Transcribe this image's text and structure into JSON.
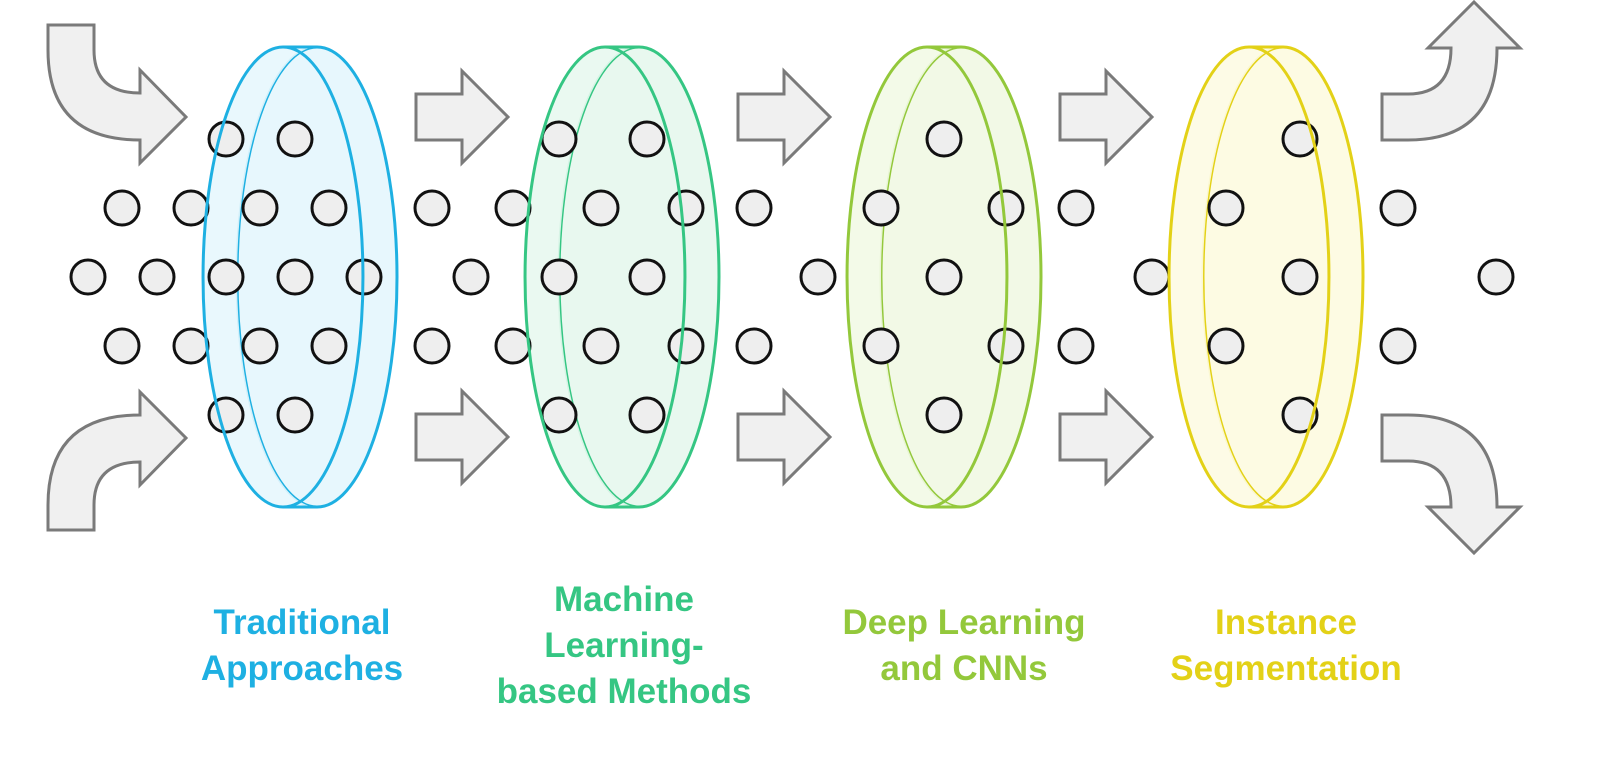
{
  "stages": [
    {
      "lines": [
        "Traditional",
        "Approaches"
      ],
      "color": "#1eb0e2",
      "fill": "#e7f7fd"
    },
    {
      "lines": [
        "Machine",
        "Learning-",
        "based Methods"
      ],
      "color": "#35c683",
      "fill": "#e8f8ef"
    },
    {
      "lines": [
        "Deep Learning",
        "and CNNs"
      ],
      "color": "#93c83b",
      "fill": "#f2f9e6"
    },
    {
      "lines": [
        "Instance",
        "Segmentation"
      ],
      "color": "#e3d117",
      "fill": "#fdfbe3"
    }
  ],
  "arrow_fill": "#f0f0f0",
  "arrow_stroke": "#7a7a7a",
  "dot_fill": "#eeeeee",
  "dot_stroke": "#111111"
}
